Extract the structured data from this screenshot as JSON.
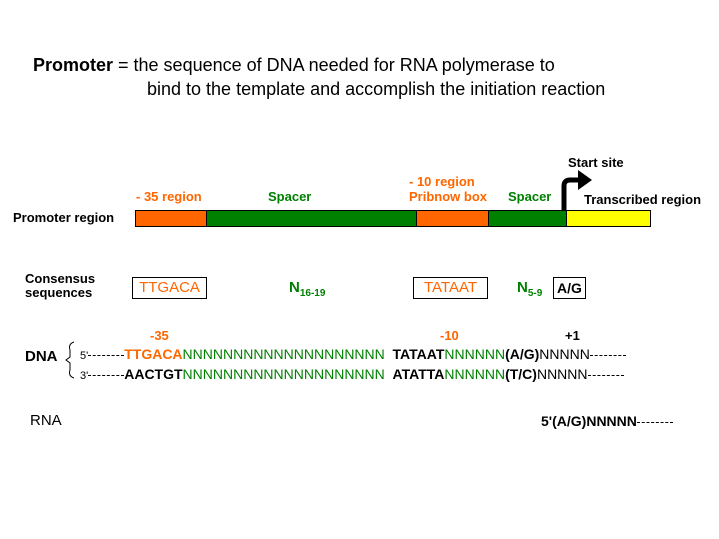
{
  "title": {
    "term": "Promoter",
    "line1": " = the sequence of DNA needed for RNA polymerase to",
    "line2": "bind to the template and accomplish the initiation reaction"
  },
  "labels": {
    "promoter_region": "Promoter region",
    "consensus_line1": "Consensus",
    "consensus_line2": "sequences",
    "dna": "DNA",
    "rna": "RNA",
    "start_site": "Start site"
  },
  "regions": {
    "minus35": "- 35 region",
    "spacer1": "Spacer",
    "minus10_line1": "- 10 region",
    "minus10_line2": "Pribnow box",
    "spacer2": "Spacer",
    "transcribed": "Transcribed region"
  },
  "consensus": {
    "minus35": "TTGACA",
    "spacer1_n": "N",
    "spacer1_sub": "16-19",
    "minus10": "TATAAT",
    "spacer2_n": "N",
    "spacer2_sub": "5-9",
    "start": "A/G"
  },
  "positions": {
    "minus35": "-35",
    "minus10": "-10",
    "plus1": "+1"
  },
  "dna": {
    "top_end": "5'",
    "bottom_end": "3'",
    "top_box35": "TTGACA",
    "top_spacer1": "NNNNNNNNNNNNNNNNNNNN",
    "top_box10": "TATAAT",
    "top_spacer2": "NNNNNN",
    "top_start": "(A/G)",
    "top_tail": "NNNNN",
    "bottom_box35": "AACTGT",
    "bottom_spacer1": "NNNNNNNNNNNNNNNNNNNN",
    "bottom_box10": "ATATTA",
    "bottom_spacer2": "NNNNNN",
    "bottom_start": "(T/C)",
    "bottom_tail": "NNNNN"
  },
  "rna": {
    "sequence": "5'(A/G)NNNNN"
  },
  "colors": {
    "orange": "#ff6600",
    "green": "#008000",
    "yellow": "#ffff00"
  }
}
